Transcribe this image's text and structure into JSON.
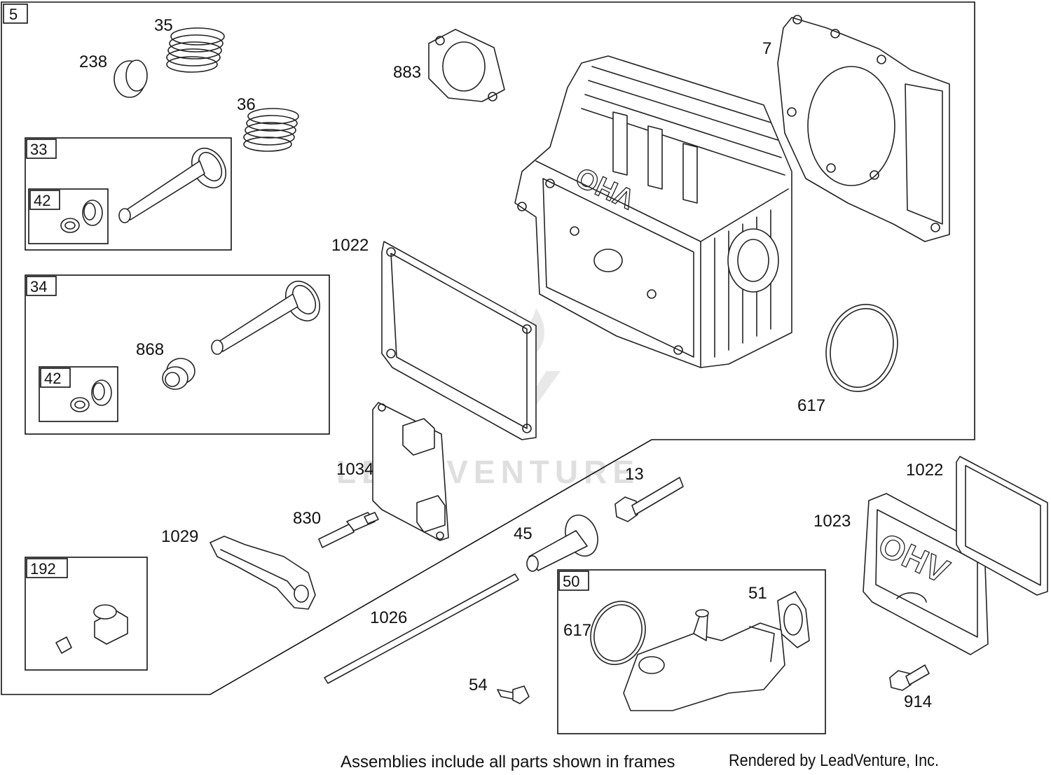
{
  "main_frame_label": "5",
  "sub_frames": {
    "f33": "33",
    "f42a": "42",
    "f34": "34",
    "f42b": "42",
    "f192": "192",
    "f50": "50"
  },
  "callouts": {
    "c35": "35",
    "c238": "238",
    "c883": "883",
    "c7": "7",
    "c36": "36",
    "c1022a": "1022",
    "c868": "868",
    "c617a": "617",
    "c1034": "1034",
    "c13": "13",
    "c1022b": "1022",
    "c830": "830",
    "c1029": "1029",
    "c45": "45",
    "c1023": "1023",
    "c51": "51",
    "c617b": "617",
    "c1026": "1026",
    "c54": "54",
    "c914": "914"
  },
  "embossing": {
    "head": "OHV",
    "cover": "OHV"
  },
  "watermark": "LEADVENTURE",
  "footer": {
    "note": "Assemblies include all parts shown in frames",
    "credit": "Rendered by LeadVenture, Inc."
  }
}
